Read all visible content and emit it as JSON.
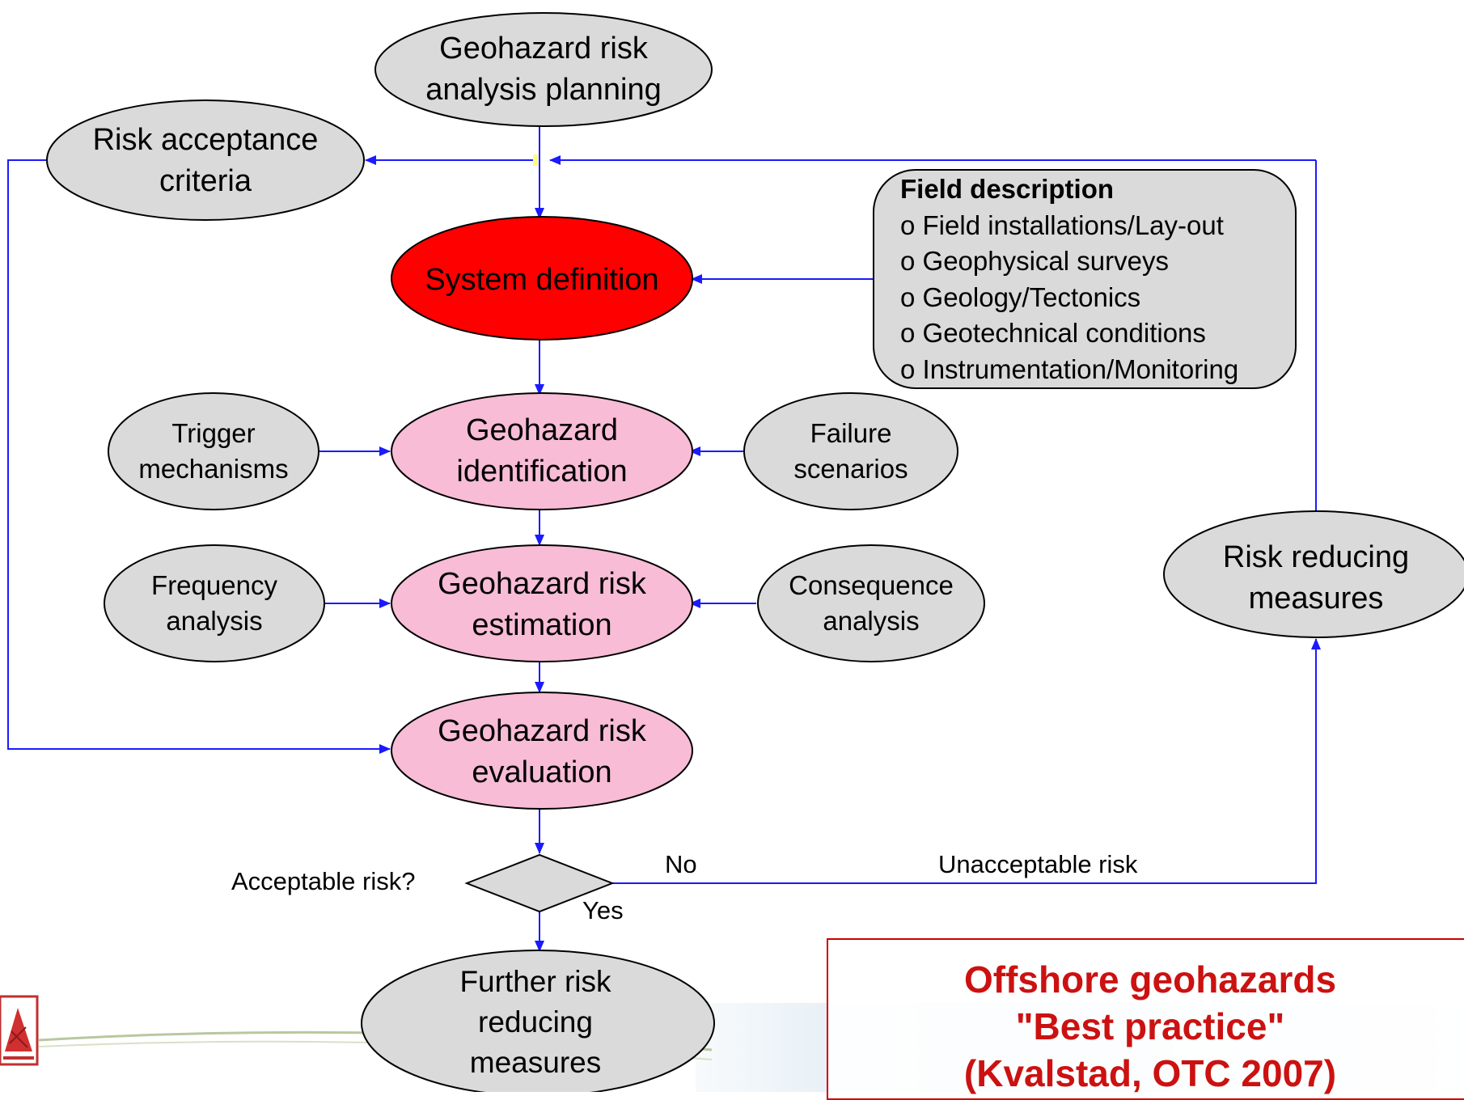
{
  "colors": {
    "arrow": "#1a1aff",
    "node_gray": "#dadada",
    "node_red": "#ff0000",
    "node_pink": "#f8bcd6",
    "callout_text": "#cc1111"
  },
  "nodes": {
    "planning": {
      "lines": [
        "Geohazard risk",
        "analysis planning"
      ]
    },
    "acceptance": {
      "lines": [
        "Risk acceptance",
        "criteria"
      ]
    },
    "system": {
      "lines": [
        "System definition"
      ]
    },
    "identification": {
      "lines": [
        "Geohazard",
        "identification"
      ]
    },
    "trigger": {
      "lines": [
        "Trigger",
        "mechanisms"
      ]
    },
    "failure": {
      "lines": [
        "Failure",
        "scenarios"
      ]
    },
    "estimation": {
      "lines": [
        "Geohazard risk",
        "estimation"
      ]
    },
    "frequency": {
      "lines": [
        "Frequency",
        "analysis"
      ]
    },
    "consequence": {
      "lines": [
        "Consequence",
        "analysis"
      ]
    },
    "evaluation": {
      "lines": [
        "Geohazard risk",
        "evaluation"
      ]
    },
    "reducing": {
      "lines": [
        "Risk reducing",
        "measures"
      ]
    },
    "further": {
      "lines": [
        "Further risk",
        "reducing",
        "measures"
      ]
    }
  },
  "field_box": {
    "heading": "Field description",
    "items": [
      "o Field installations/Lay-out",
      "o Geophysical surveys",
      "o Geology/Tectonics",
      "o Geotechnical conditions",
      "o Instrumentation/Monitoring"
    ]
  },
  "decision": {
    "question": "Acceptable risk?",
    "no_label": "No",
    "yes_label": "Yes",
    "unacceptable_label": "Unacceptable risk"
  },
  "callout": {
    "lines": [
      "Offshore geohazards",
      "\"Best practice\"",
      "(Kvalstad, OTC 2007)"
    ]
  }
}
